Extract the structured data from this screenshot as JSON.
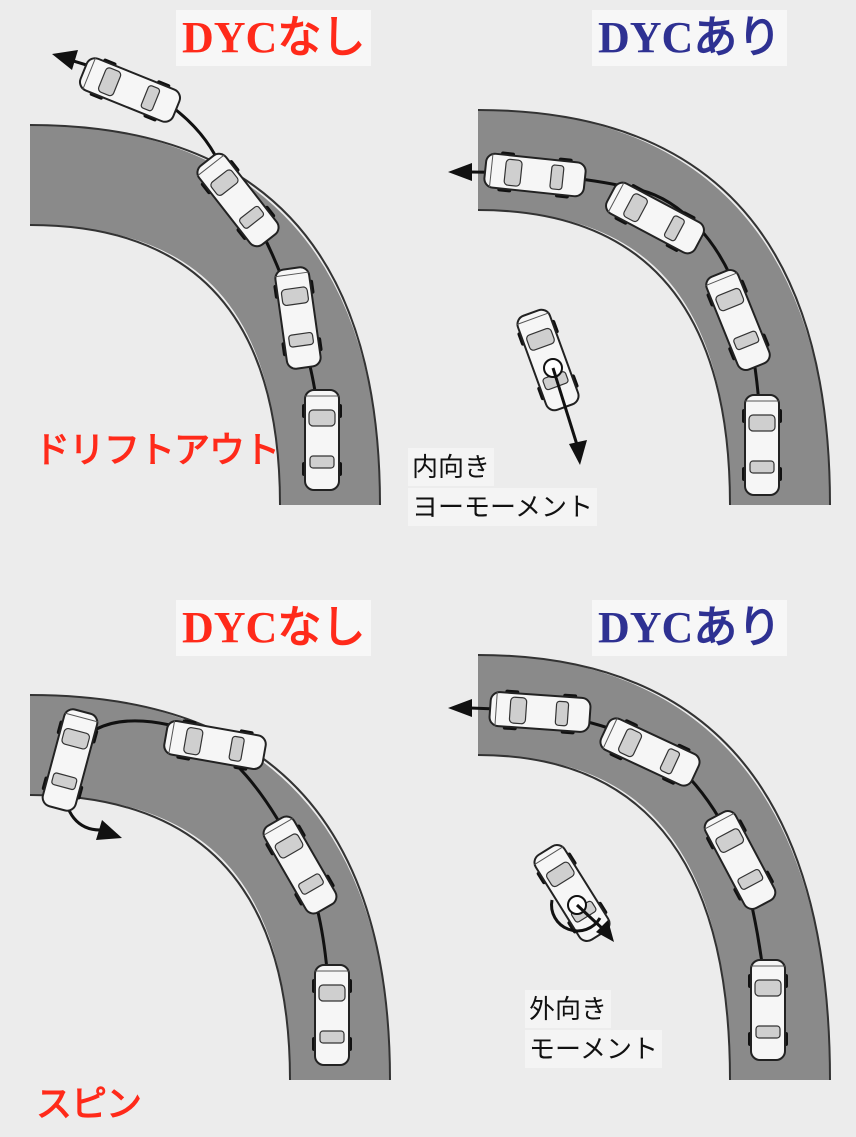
{
  "panels": {
    "top_left_title": "DYCなし",
    "top_right_title": "DYCあり",
    "bottom_left_title": "DYCなし",
    "bottom_right_title": "DYCあり"
  },
  "labels": {
    "drift_out": "ドリフトアウト",
    "spin": "スピン",
    "inward_line1": "内向き",
    "inward_line2": "ヨーモーメント",
    "outward_line1": "外向き",
    "outward_line2": "モーメント"
  },
  "colors": {
    "red_text": "#ff2a1a",
    "blue_text": "#2e3192",
    "road_gray": "#8a8a8a"
  }
}
